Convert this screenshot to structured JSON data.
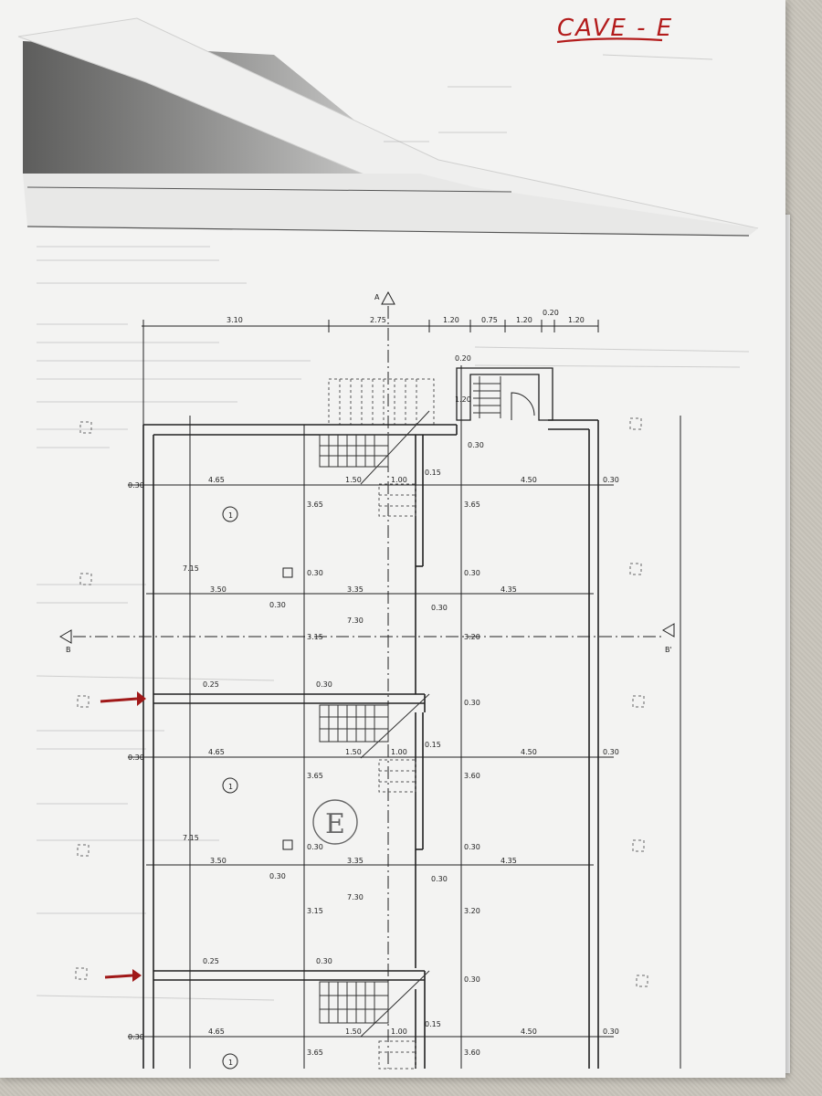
{
  "header": {
    "handwritten_label": "CAVE - E"
  },
  "plan": {
    "section_marker": "A",
    "axis_marker_left": "B",
    "axis_marker_right": "B'",
    "top_dimensions": [
      "3.10",
      "2.75",
      "1.20",
      "0.75",
      "1.20",
      "0.20",
      "1.20"
    ],
    "stair_dims": [
      "0.20",
      "1.20",
      "0.30"
    ],
    "units": [
      {
        "room_number": "1",
        "total_height_label": "7.15",
        "row1_left": "4.65",
        "row1_mid": "1.50",
        "row1_door": "1.00",
        "row1_thk": "0.15",
        "row1_right": "4.50",
        "wall_left": "0.30",
        "wall_right": "0.30",
        "v1": "3.65",
        "v2": "3.65",
        "vcol": "0.30",
        "vcol2": "0.30",
        "row2_left": "3.50",
        "row2_mid": "3.35",
        "row2_right": "4.35",
        "row2_w1": "0.30",
        "row2_w2": "0.30",
        "corridor_height": "7.30",
        "v3": "3.15",
        "v4": "3.20",
        "sep_a": "0.25",
        "sep_b": "0.30",
        "sep_c": "0.30"
      },
      {
        "room_number": "1",
        "total_height_label": "7.15",
        "row1_left": "4.65",
        "row1_mid": "1.50",
        "row1_door": "1.00",
        "row1_thk": "0.15",
        "row1_right": "4.50",
        "wall_left": "0.30",
        "wall_right": "0.30",
        "v1": "3.65",
        "v2": "3.60",
        "vcol": "0.30",
        "vcol2": "0.30",
        "row2_left": "3.50",
        "row2_mid": "3.35",
        "row2_right": "4.35",
        "row2_w1": "0.30",
        "row2_w2": "0.30",
        "corridor_height": "7.30",
        "v3": "3.15",
        "v4": "3.20",
        "sep_a": "0.25",
        "sep_b": "0.30",
        "sep_c": "0.30",
        "circled_letter": "E"
      },
      {
        "room_number": "1",
        "row1_left": "4.65",
        "row1_mid": "1.50",
        "row1_door": "1.00",
        "row1_thk": "0.15",
        "row1_right": "4.50",
        "wall_left": "0.30",
        "wall_right": "0.30",
        "v1": "3.65",
        "v2": "3.60"
      }
    ]
  }
}
